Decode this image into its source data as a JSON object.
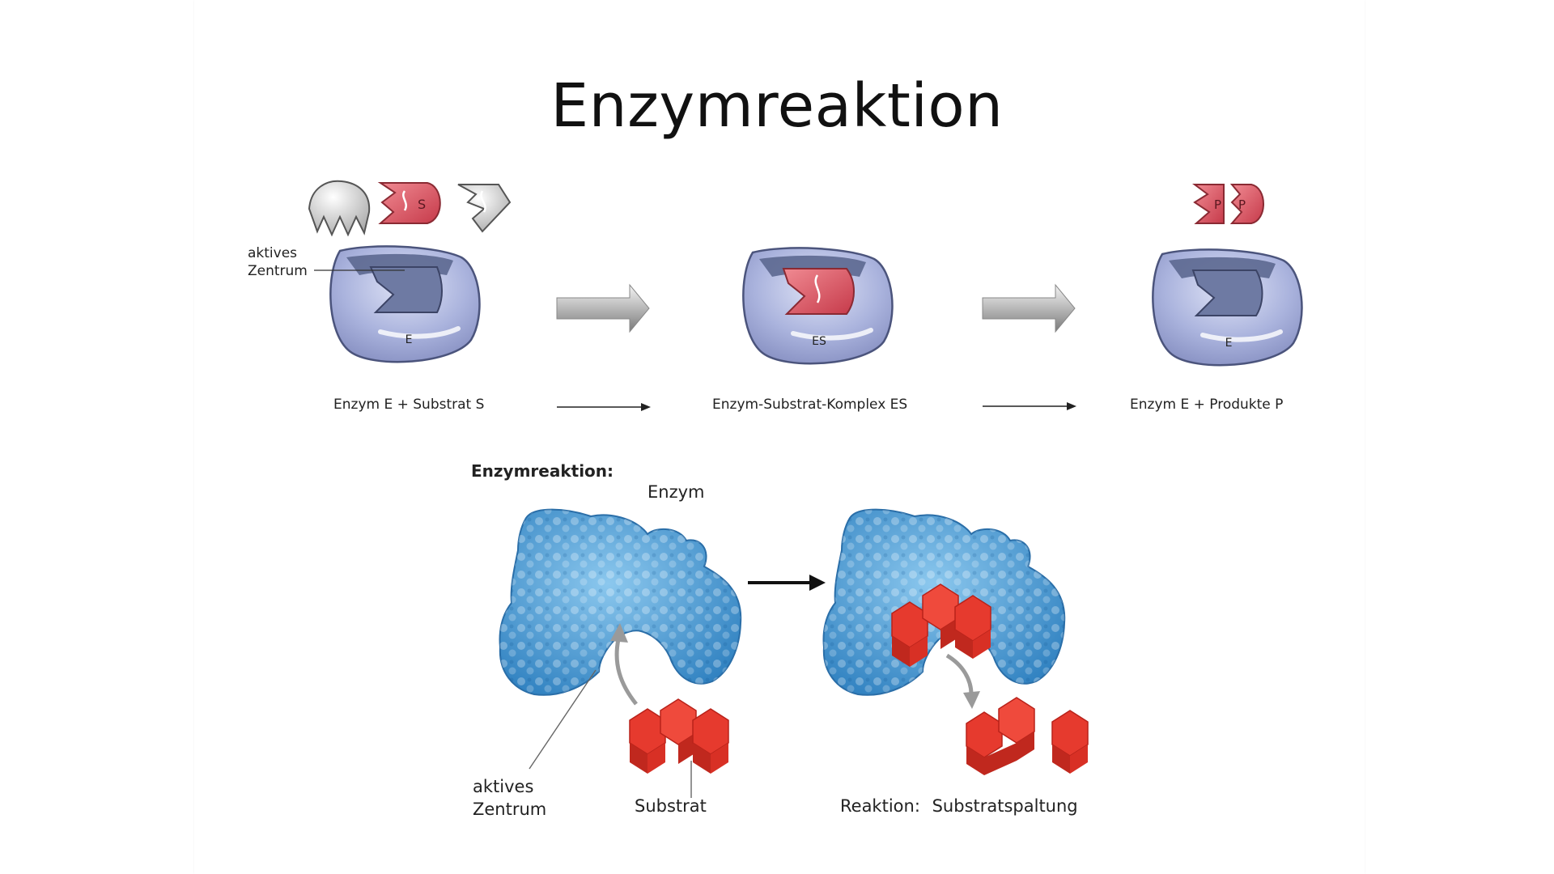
{
  "title": "Enzymreaktion",
  "top_diagram": {
    "active_site_label_1": "aktives",
    "active_site_label_2": "Zentrum",
    "enzyme_letter": "E",
    "complex_letter": "ES",
    "substrate_letter": "S",
    "product_letter_1": "P",
    "product_letter_2": "P",
    "caption_left": "Enzym E + Substrat S",
    "caption_middle": "Enzym-Substrat-Komplex ES",
    "caption_right": "Enzym E + Produkte P"
  },
  "bottom_diagram": {
    "heading": "Enzymreaktion:",
    "enzyme_label": "Enzym",
    "active_site_label_1": "aktives",
    "active_site_label_2": "Zentrum",
    "substrate_label": "Substrat",
    "reaction_label": "Reaktion:",
    "reaction_value": "Substratspaltung"
  },
  "colors": {
    "enzyme_body": "#a9b3dd",
    "enzyme_dark": "#5c6890",
    "substrate_red": "#d9505e",
    "blob_blue": "#4e9fd2",
    "hex_red": "#e63a2e"
  }
}
